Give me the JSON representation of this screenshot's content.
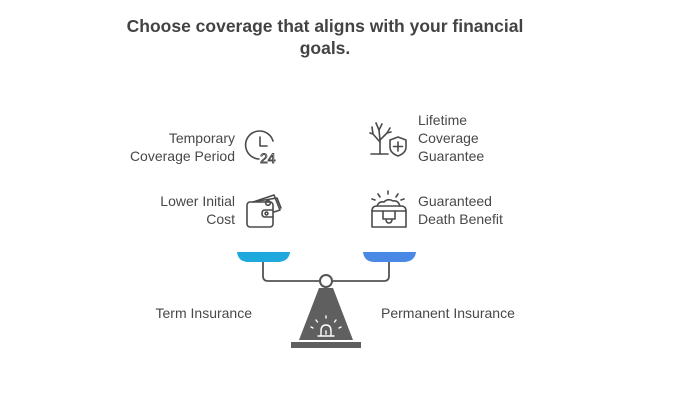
{
  "title": "Choose coverage that aligns with your financial goals.",
  "left": {
    "name": "Term Insurance",
    "color": "#1ea8dc",
    "features": [
      {
        "lines": [
          "Temporary",
          "Coverage Period"
        ],
        "icon": "clock-24-icon"
      },
      {
        "lines": [
          "Lower Initial",
          "Cost"
        ],
        "icon": "wallet-cash-icon"
      }
    ]
  },
  "right": {
    "name": "Permanent Insurance",
    "color": "#4a88e5",
    "features": [
      {
        "lines": [
          "Lifetime",
          "Coverage",
          "Guarantee"
        ],
        "icon": "tree-shield-icon"
      },
      {
        "lines": [
          "Guaranteed",
          "Death Benefit"
        ],
        "icon": "treasure-chest-icon"
      }
    ]
  },
  "colors": {
    "fulcrum": "#5f5f5f",
    "beam": "#545454",
    "icon_stroke": "#4a4a4a"
  }
}
